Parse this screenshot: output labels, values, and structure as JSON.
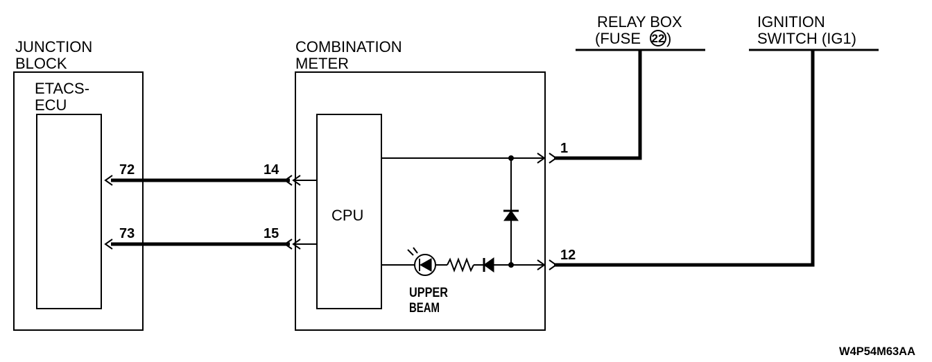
{
  "components": {
    "junction_block": {
      "label_line1": "JUNCTION",
      "label_line2": "BLOCK",
      "ecu_label_line1": "ETACS-",
      "ecu_label_line2": "ECU"
    },
    "combination_meter": {
      "label_line1": "COMBINATION",
      "label_line2": "METER",
      "cpu_label": "CPU",
      "lamp_label_line1": "UPPER",
      "lamp_label_line2": "BEAM"
    },
    "relay_box": {
      "label_line1": "RELAY BOX",
      "label_line2_prefix": "(FUSE",
      "fuse_number": "22",
      "label_line2_suffix": ")"
    },
    "ignition_switch": {
      "label_line1": "IGNITION",
      "label_line2": "SWITCH (IG1)"
    }
  },
  "pins": {
    "etacs_top": "72",
    "etacs_bottom": "73",
    "meter_top": "14",
    "meter_bottom": "15",
    "meter_power": "1",
    "meter_ignition": "12"
  },
  "diagram_code": "W4P54M63AA"
}
